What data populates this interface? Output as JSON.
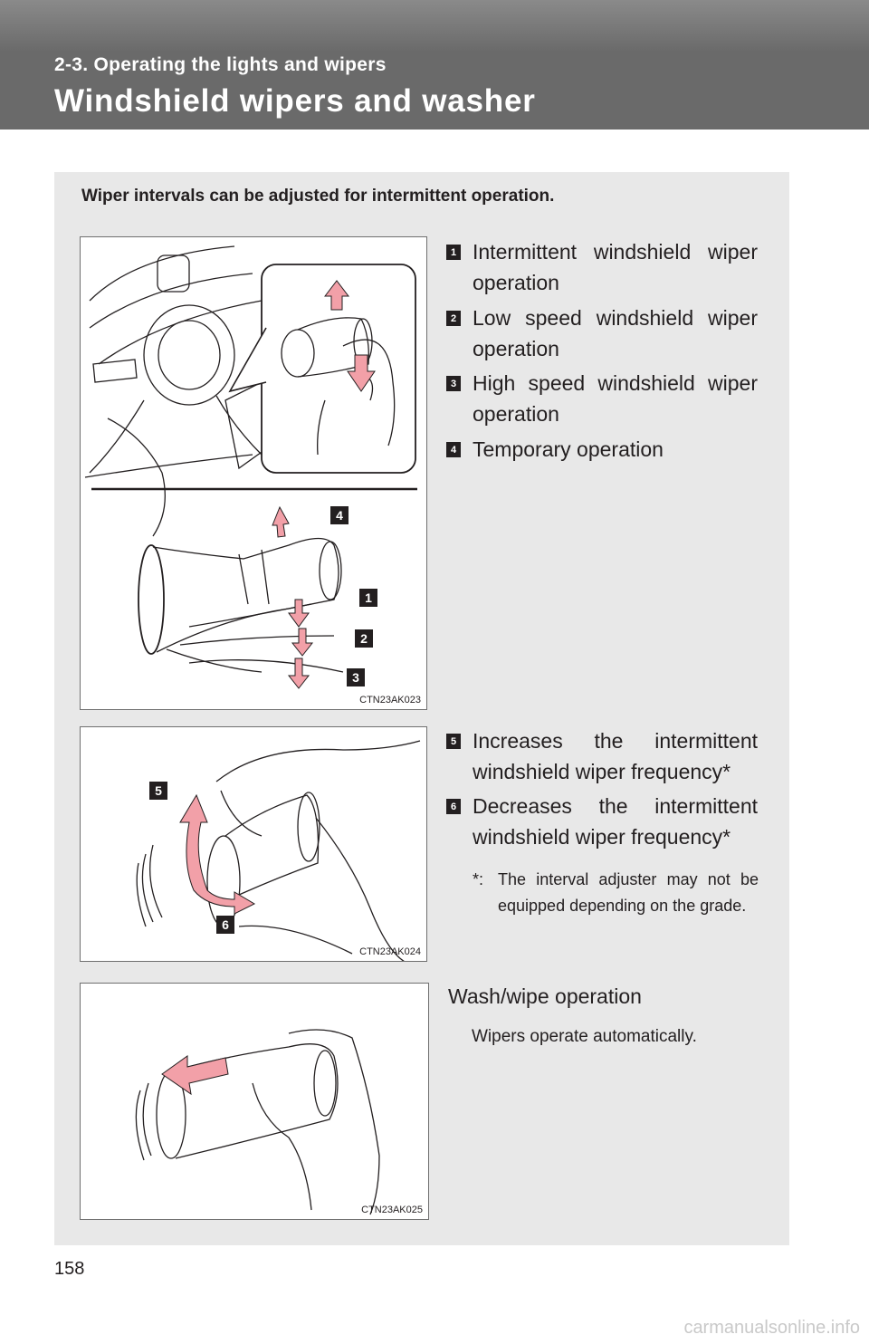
{
  "header": {
    "section": "2-3. Operating the lights and wipers",
    "title": "Windshield wipers and washer"
  },
  "intro": "Wiper intervals can be adjusted for intermittent operation.",
  "figures": [
    {
      "code": "CTN23AK023",
      "callouts": [
        "4",
        "1",
        "2",
        "3"
      ]
    },
    {
      "code": "CTN23AK024",
      "callouts": [
        "5",
        "6"
      ]
    },
    {
      "code": "CTN23AK025"
    }
  ],
  "items": [
    {
      "num": "1",
      "text": "Intermittent windshield wiper operation"
    },
    {
      "num": "2",
      "text": "Low speed windshield wiper operation"
    },
    {
      "num": "3",
      "text": "High speed windshield wiper operation"
    },
    {
      "num": "4",
      "text": "Temporary operation"
    },
    {
      "num": "5",
      "text": "Increases the intermittent windshield wiper frequency*"
    },
    {
      "num": "6",
      "text": "Decreases the intermittent windshield wiper frequency*"
    }
  ],
  "note": {
    "mark": "*:",
    "text": "The interval adjuster may not be equipped depending on the grade."
  },
  "wash": {
    "title": "Wash/wipe operation",
    "description": "Wipers operate automatically."
  },
  "page_number": "158",
  "watermark": "carmanualsonline.info",
  "colors": {
    "header_bg": "#707070",
    "panel_bg": "#e8e8e8",
    "arrow_pink": "#f2a0a8"
  }
}
